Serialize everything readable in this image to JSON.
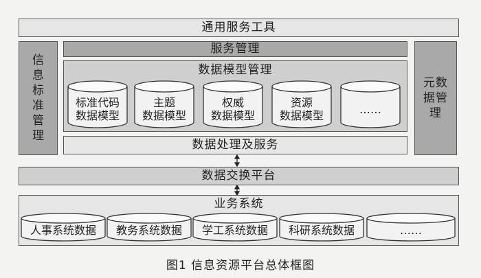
{
  "top_bar": {
    "label": "通用服务工具"
  },
  "left_panel": {
    "label": "信息标准管理"
  },
  "right_panel": {
    "label": "元数据管理"
  },
  "service_mgmt": {
    "label": "服务管理"
  },
  "data_model_mgmt": {
    "label": "数据模型管理",
    "cylinders": [
      {
        "line1": "标准代码",
        "line2": "数据模型"
      },
      {
        "line1": "主题",
        "line2": "数据模型"
      },
      {
        "line1": "权威",
        "line2": "数据模型"
      },
      {
        "line1": "资源",
        "line2": "数据模型"
      },
      {
        "line1": "……",
        "line2": ""
      }
    ]
  },
  "data_processing": {
    "label": "数据处理及服务"
  },
  "exchange_platform": {
    "label": "数据交换平台"
  },
  "business_systems": {
    "label": "业务系统",
    "cylinders": [
      {
        "label": "人事系统数据"
      },
      {
        "label": "教务系统数据"
      },
      {
        "label": "学工系统数据"
      },
      {
        "label": "科研系统数据"
      },
      {
        "label": "……"
      }
    ]
  },
  "caption": {
    "text": "图1   信息资源平台总体框图"
  }
}
